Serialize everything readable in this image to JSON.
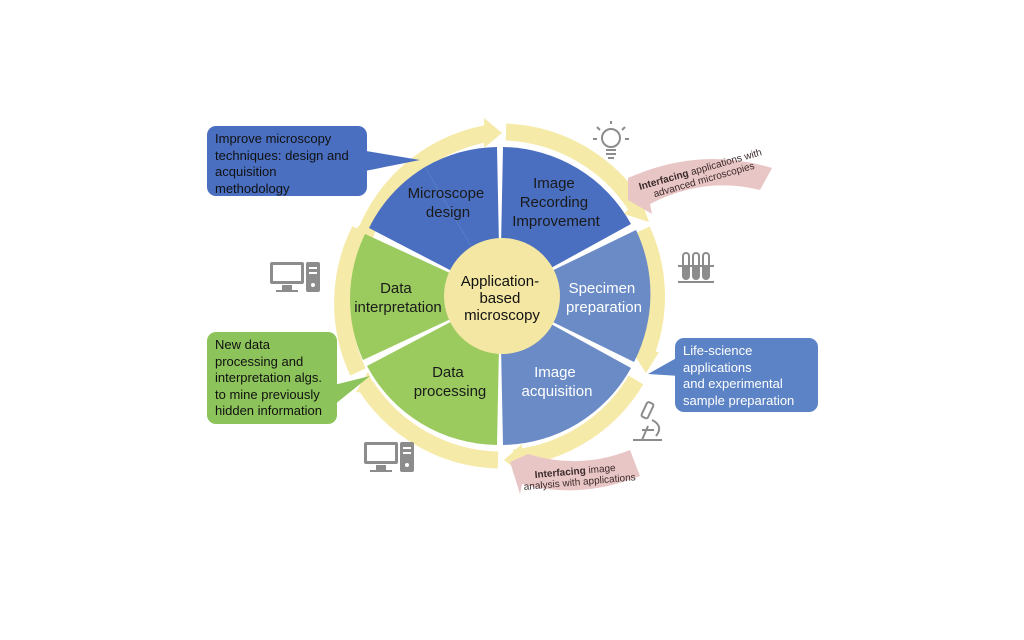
{
  "center": {
    "lines": [
      "Application-",
      "based",
      "microscopy"
    ]
  },
  "segments": [
    {
      "id": "microscope-design",
      "lines": [
        "Microscope",
        "design"
      ]
    },
    {
      "id": "image-recording",
      "lines": [
        "Image",
        "Recording",
        "Improvement"
      ]
    },
    {
      "id": "specimen-preparation",
      "lines": [
        "Specimen",
        "preparation"
      ]
    },
    {
      "id": "image-acquisition",
      "lines": [
        "Image",
        "acquisition"
      ]
    },
    {
      "id": "data-processing",
      "lines": [
        "Data",
        "processing"
      ]
    },
    {
      "id": "data-interpretation",
      "lines": [
        "Data",
        "interpretation"
      ]
    }
  ],
  "callouts": {
    "improve": {
      "lines": [
        "Improve microscopy",
        "techniques: design and",
        "acquisition",
        "methodology"
      ]
    },
    "new_data": {
      "lines": [
        "New data",
        "processing and",
        "interpretation algs.",
        "to mine previously",
        "hidden information"
      ]
    },
    "life_science": {
      "lines": [
        "Life-science",
        "applications",
        "and experimental",
        "sample preparation"
      ]
    }
  },
  "ribbons": {
    "top": {
      "bold": "Interfacing",
      "rest": " applications with",
      "line2": "advanced microscopies"
    },
    "bottom": {
      "bold": "Interfacing",
      "rest": " image",
      "line2": "analysis with applications"
    }
  },
  "icons": [
    "lightbulb-icon",
    "test-tubes-icon",
    "microscope-icon",
    "computer-icon"
  ],
  "colors": {
    "blue_dark": "#4a6fc1",
    "blue_mid": "#6a8bc6",
    "green": "#9bcb5f",
    "center": "#f3e7a3",
    "ring": "#f6eaa8",
    "callout_blue": "#4a6fc1",
    "callout_green": "#8cc35a",
    "callout_lightblue": "#5c83c6",
    "ribbon": "#e9c6c6",
    "icon_gray": "#8c8c8c"
  }
}
